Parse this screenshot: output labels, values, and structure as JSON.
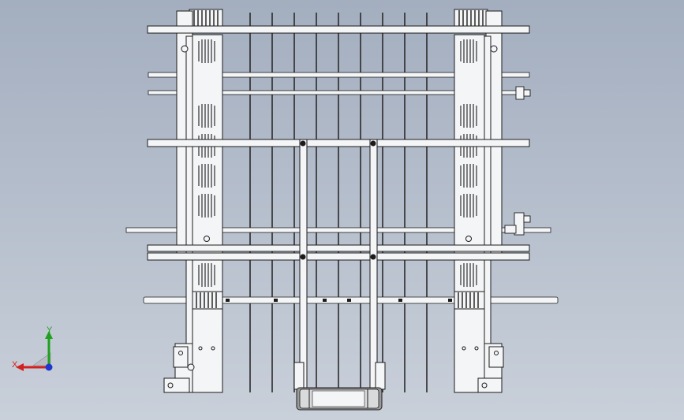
{
  "viewport": {
    "background_top": "#a3aebf",
    "background_bottom": "#c9d0da",
    "model": "conveyor-frame-assembly-front-view"
  },
  "triad": {
    "x_label": "X",
    "y_label": "Y",
    "x_color": "#d42020",
    "y_color": "#1fa01f",
    "z_color": "#2036d0"
  },
  "colors": {
    "part_fill": "#f4f5f7",
    "part_stroke": "#1b1b1b",
    "rod": "#2a2a2a",
    "roller": "#9a9a9a"
  }
}
